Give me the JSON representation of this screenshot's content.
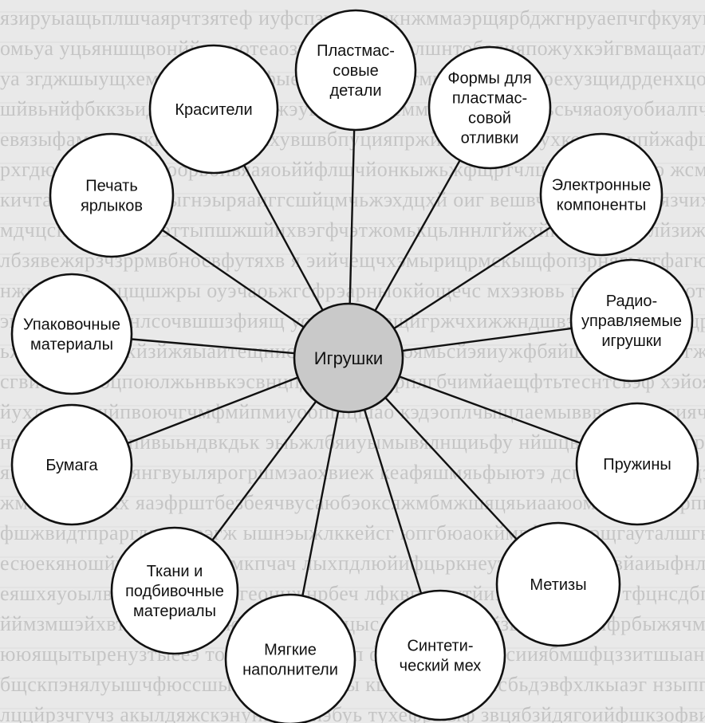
{
  "diagram": {
    "center": {
      "label": "Игрушки"
    },
    "nodes": [
      {
        "id": "plastic-parts",
        "lines": [
          "Пластмас-",
          "совые",
          "детали"
        ]
      },
      {
        "id": "plastic-molds",
        "lines": [
          "Формы для",
          "пластмас-",
          "совой",
          "отливки"
        ]
      },
      {
        "id": "electronic-components",
        "lines": [
          "Электронные",
          "компоненты"
        ]
      },
      {
        "id": "rc-toys",
        "lines": [
          "Радио-",
          "управляемые",
          "игрушки"
        ]
      },
      {
        "id": "springs",
        "lines": [
          "Пружины"
        ]
      },
      {
        "id": "hardware",
        "lines": [
          "Метизы"
        ]
      },
      {
        "id": "synthetic-fur",
        "lines": [
          "Синтети-",
          "ческий мех"
        ]
      },
      {
        "id": "soft-fillers",
        "lines": [
          "Мягкие",
          "наполнители"
        ]
      },
      {
        "id": "fabrics",
        "lines": [
          "Ткани и",
          "подбивочные",
          "материалы"
        ]
      },
      {
        "id": "paper",
        "lines": [
          "Бумага"
        ]
      },
      {
        "id": "packaging",
        "lines": [
          "Упаковочные",
          "материалы"
        ]
      },
      {
        "id": "label-printing",
        "lines": [
          "Печать",
          "ярлыков"
        ]
      },
      {
        "id": "dyes",
        "lines": [
          "Красители"
        ]
      }
    ]
  }
}
